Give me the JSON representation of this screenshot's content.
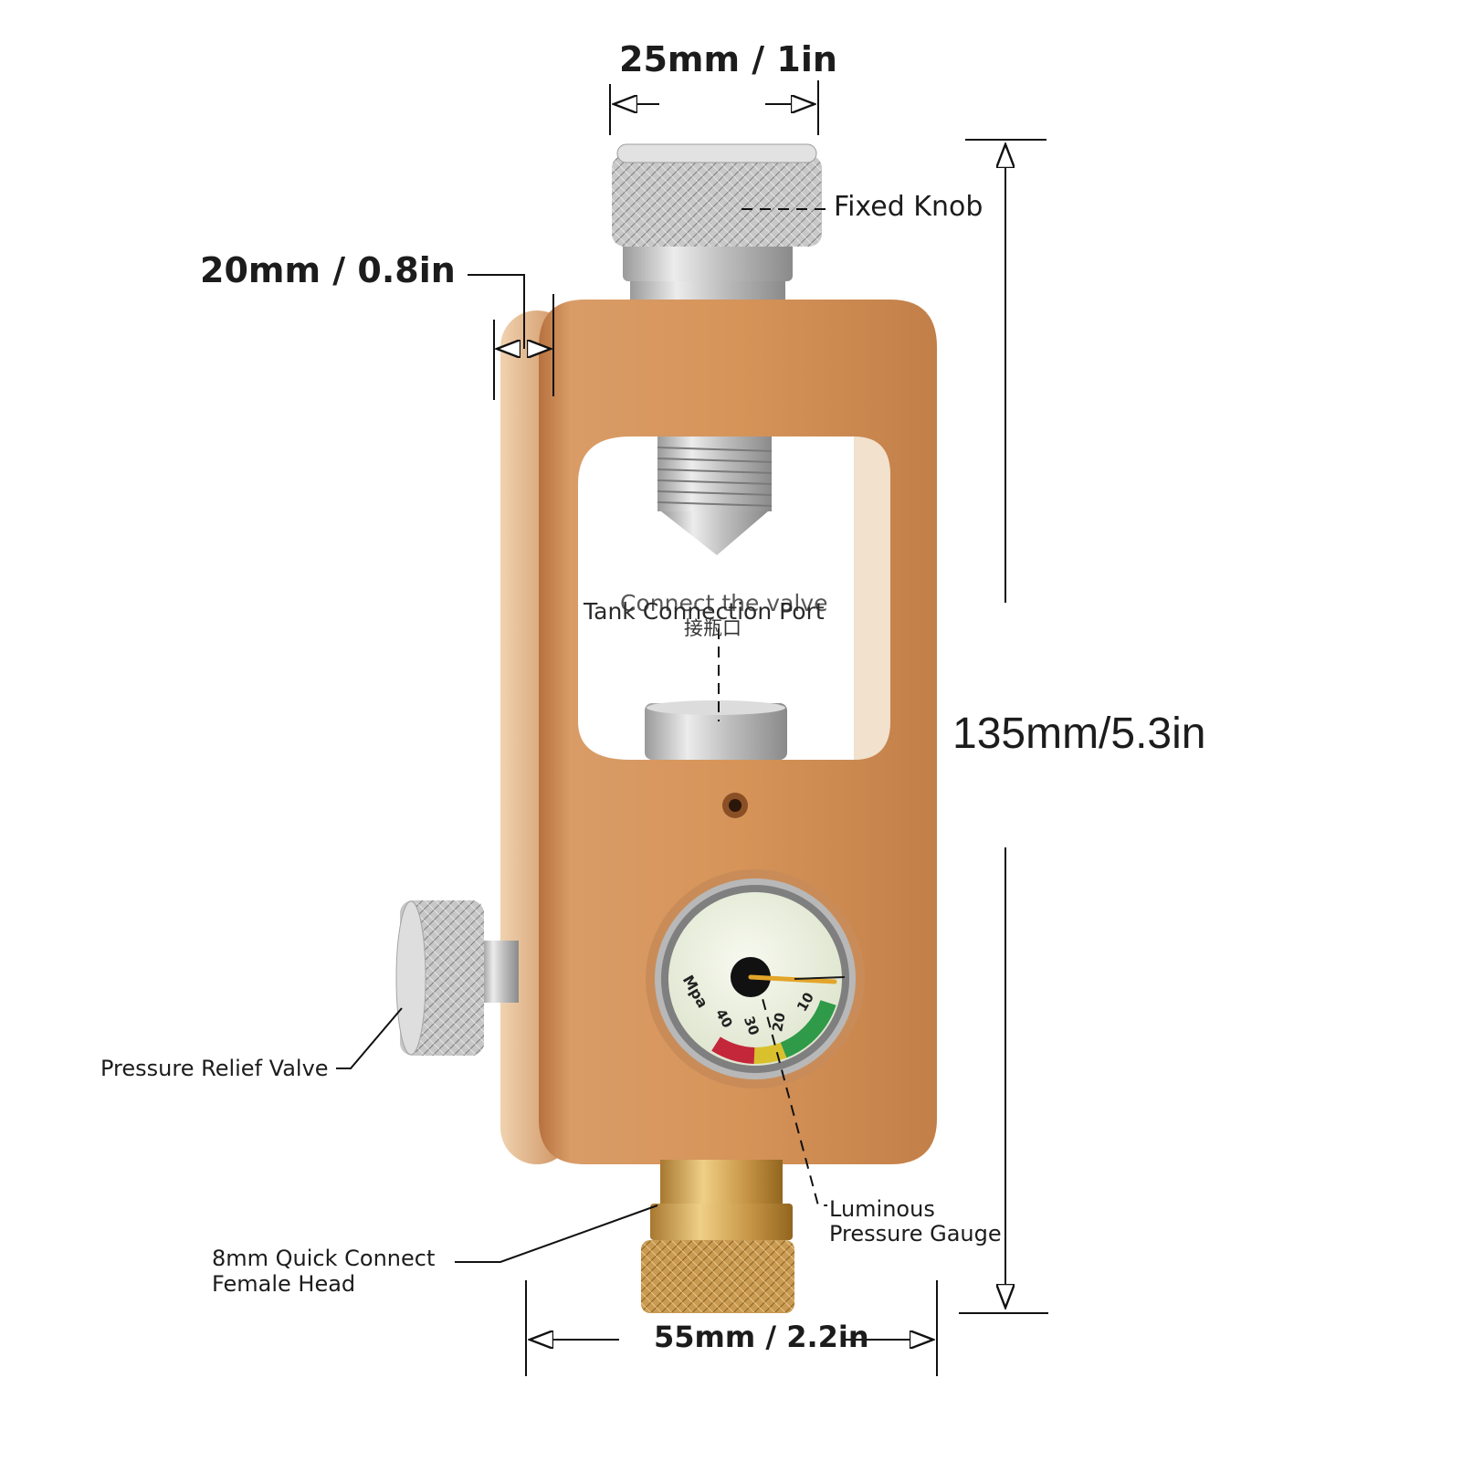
{
  "dimensions": {
    "knob_width": "25mm / 1in",
    "body_depth": "20mm / 0.8in",
    "total_height": "135mm/5.3in",
    "body_width": "55mm / 2.2in"
  },
  "callouts": {
    "fixed_knob": "Fixed Knob",
    "tank_port_en": "Tank Connection Port",
    "tank_port_overlay": "Connect the valve",
    "tank_port_cn": "接瓶口",
    "pressure_relief_valve": "Pressure Relief Valve",
    "gauge_line1": "Luminous",
    "gauge_line2": "Pressure Gauge",
    "quick_connect_line1": "8mm Quick Connect",
    "quick_connect_line2": "Female Head"
  },
  "gauge": {
    "unit": "Mpa",
    "ticks": [
      "10",
      "20",
      "30",
      "40"
    ]
  },
  "colors": {
    "body": "#d08c55",
    "body_shadow": "#a9663a",
    "steel": "#c9c9c9",
    "brass": "#d4a55f",
    "gauge_face": "#eef2e4",
    "gauge_green": "#2f9a48",
    "gauge_yellow": "#d8c12c",
    "gauge_red": "#c4263a",
    "needle": "#e2a52a"
  }
}
